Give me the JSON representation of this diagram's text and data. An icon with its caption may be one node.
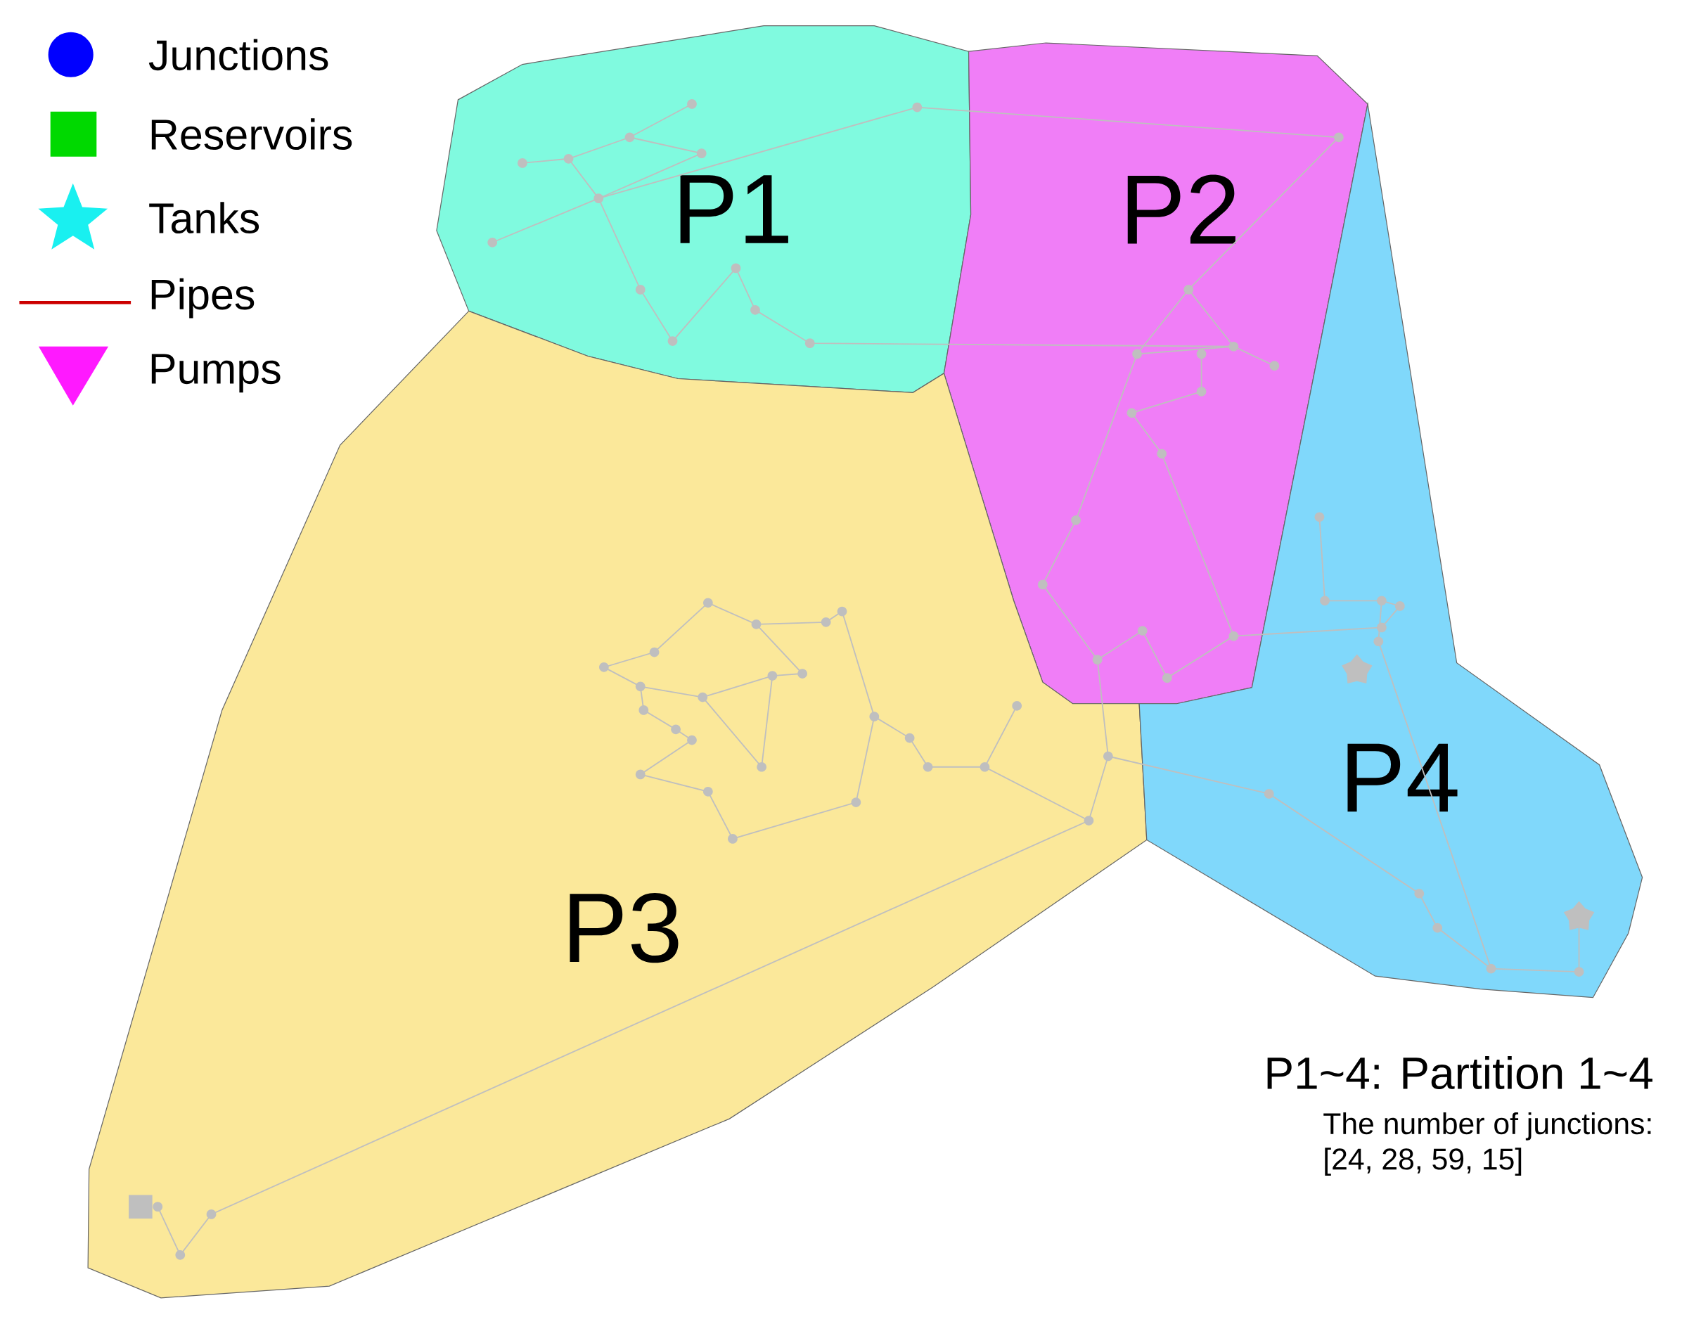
{
  "diagram": {
    "nodes": [
      {
        "text": [
          "P1"
        ]
      },
      {
        "text": [
          "P2"
        ]
      },
      {
        "text": [
          "P3"
        ]
      },
      {
        "text": [
          "P4"
        ]
      }
    ],
    "labels": [
      "P1~4: Partition 1~4",
      "The number of junctions:",
      "[24, 28, 59, 15]"
    ],
    "legend": [
      {
        "text": "Junctions"
      },
      {
        "text": "Reservoirs"
      },
      {
        "text": "Tanks"
      },
      {
        "text": "Pipes"
      },
      {
        "text": "Pumps"
      }
    ]
  }
}
